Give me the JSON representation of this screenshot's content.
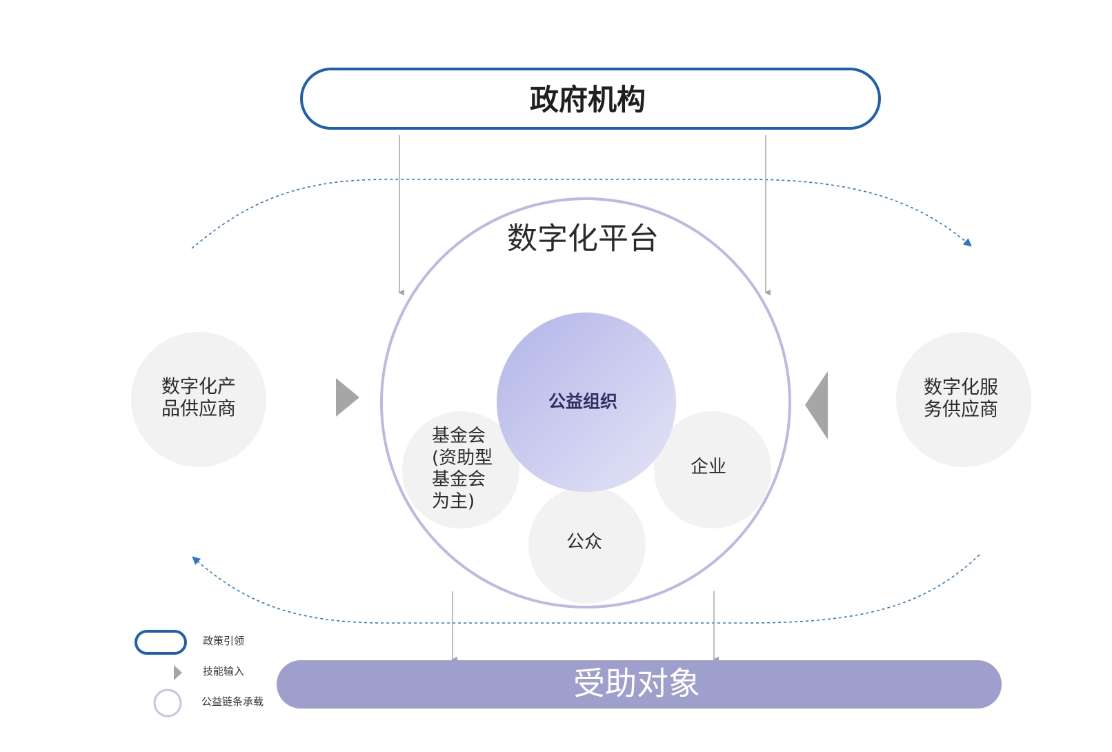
{
  "government": {
    "label": "政府机构",
    "border_color": "#1f5fae"
  },
  "platform": {
    "label": "数字化平台",
    "ring_color": "#b9bbe0"
  },
  "core": {
    "label": "公益组织",
    "gradient_colors": [
      "#b2b4e8",
      "#e4e5f6"
    ]
  },
  "participants": {
    "foundation": "基金会\n(资助型\n基金会\n为主)",
    "enterprise": "企业",
    "public": "公众",
    "fill_color": "#f2f2f2"
  },
  "suppliers": {
    "product": "数字化产\n品供应商",
    "service": "数字化服\n务供应商"
  },
  "beneficiary": {
    "label": "受助对象",
    "fill_color": "#9e9fcc"
  },
  "connectors": {
    "arrow_color": "#a6a6a6",
    "cycle_color": "#2e75c7",
    "skill_triangle_color": "#a6a6a6"
  },
  "legend": {
    "policy": "政策引领",
    "skill": "技能输入",
    "chain": "公益链条承载"
  }
}
